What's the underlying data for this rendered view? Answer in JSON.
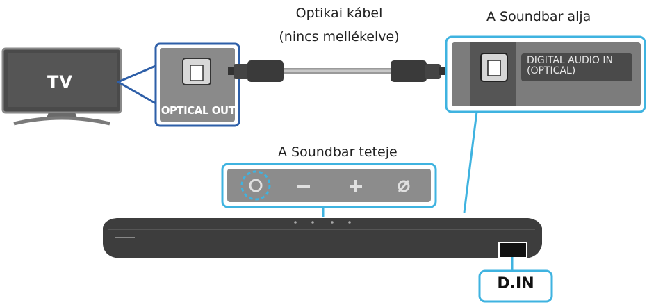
{
  "labels": {
    "cable_title_line1": "Optikai kábel",
    "cable_title_line2": "(nincs mellékelve)",
    "soundbar_bottom": "A Soundbar alja",
    "soundbar_top": "A Soundbar teteje",
    "tv": "TV",
    "optical_out": "OPTICAL OUT",
    "digital_audio_in_line1": "DIGITAL AUDIO IN",
    "digital_audio_in_line2": "(OPTICAL)",
    "din": "D.IN"
  },
  "colors": {
    "accent_blue": "#3fb3e0",
    "tv_outline": "#2e5fa8",
    "panel_gray": "#8a8a8a",
    "device_dark": "#3d3d3d"
  }
}
